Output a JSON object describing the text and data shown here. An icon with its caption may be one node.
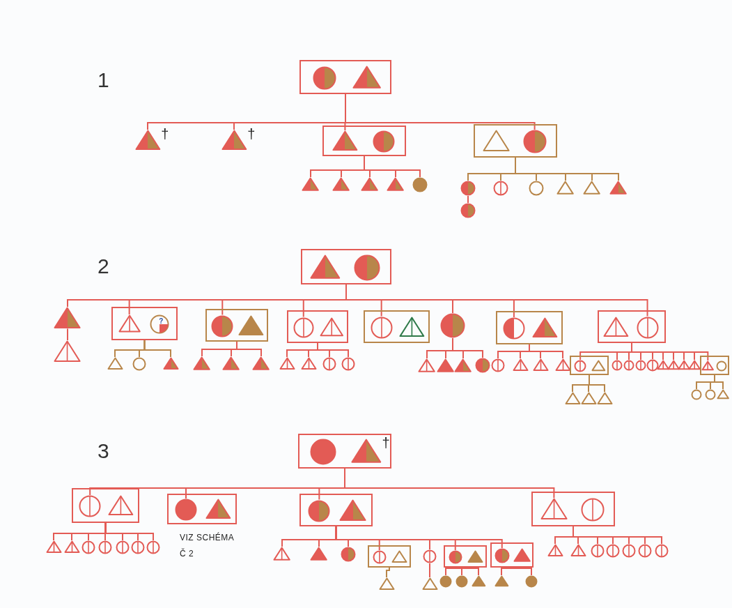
{
  "diagram": {
    "nodes": [
      {
        "text": [],
        "shape": "box"
      },
      {
        "text": [],
        "shape": "circle",
        "in": 0
      },
      {
        "text": [],
        "shape": "triangle",
        "in": 0
      },
      {
        "text": [],
        "shape": "triangle",
        "beside": [
          "†"
        ]
      },
      {
        "text": [],
        "shape": "triangle",
        "beside": [
          "†"
        ]
      },
      {
        "text": [],
        "shape": "box"
      },
      {
        "text": [],
        "shape": "triangle",
        "in": 5
      },
      {
        "text": [],
        "shape": "circle",
        "in": 5
      },
      {
        "text": [],
        "shape": "box"
      },
      {
        "text": [],
        "shape": "triangle",
        "in": 8
      },
      {
        "text": [],
        "shape": "circle",
        "in": 8
      },
      {
        "text": [],
        "shape": "triangle"
      },
      {
        "text": [],
        "shape": "triangle"
      },
      {
        "text": [],
        "shape": "triangle"
      },
      {
        "text": [],
        "shape": "triangle"
      },
      {
        "text": [],
        "shape": "circle"
      },
      {
        "text": [],
        "shape": "circle"
      },
      {
        "text": [],
        "shape": "circle"
      },
      {
        "text": [],
        "shape": "circle"
      },
      {
        "text": [],
        "shape": "triangle"
      },
      {
        "text": [],
        "shape": "triangle"
      },
      {
        "text": [],
        "shape": "triangle"
      },
      {
        "text": [],
        "shape": "circle"
      },
      {
        "text": [],
        "shape": "box"
      },
      {
        "text": [],
        "shape": "triangle",
        "in": 23
      },
      {
        "text": [],
        "shape": "circle",
        "in": 23
      },
      {
        "text": [],
        "shape": "triangle"
      },
      {
        "text": [],
        "shape": "triangle"
      },
      {
        "text": [],
        "shape": "box"
      },
      {
        "text": [],
        "shape": "triangle",
        "in": 28
      },
      {
        "text": [
          "?"
        ],
        "in": 28
      },
      {
        "text": [],
        "shape": "triangle"
      },
      {
        "text": [],
        "shape": "circle"
      },
      {
        "text": [],
        "shape": "triangle"
      },
      {
        "text": [],
        "shape": "box"
      },
      {
        "text": [],
        "shape": "circle",
        "in": 34
      },
      {
        "text": [],
        "shape": "triangle",
        "in": 34
      },
      {
        "text": [],
        "shape": "triangle"
      },
      {
        "text": [],
        "shape": "triangle"
      },
      {
        "text": [],
        "shape": "triangle"
      },
      {
        "text": [],
        "shape": "box"
      },
      {
        "text": [],
        "shape": "circle",
        "in": 40
      },
      {
        "text": [],
        "shape": "triangle",
        "in": 40
      },
      {
        "text": [],
        "shape": "triangle"
      },
      {
        "text": [],
        "shape": "triangle"
      },
      {
        "text": [],
        "shape": "circle"
      },
      {
        "text": [],
        "shape": "circle"
      },
      {
        "text": [],
        "shape": "box"
      },
      {
        "text": [],
        "shape": "circle",
        "in": 47
      },
      {
        "text": [],
        "shape": "triangle",
        "in": 47
      },
      {
        "text": [],
        "shape": "circle"
      },
      {
        "text": [],
        "shape": "triangle"
      },
      {
        "text": [],
        "shape": "triangle"
      },
      {
        "text": [],
        "shape": "triangle"
      },
      {
        "text": [],
        "shape": "circle"
      },
      {
        "text": [],
        "shape": "box"
      },
      {
        "text": [],
        "shape": "circle",
        "in": 55
      },
      {
        "text": [],
        "shape": "triangle",
        "in": 55
      },
      {
        "text": [],
        "shape": "circle"
      },
      {
        "text": [],
        "shape": "triangle"
      },
      {
        "text": [],
        "shape": "triangle"
      },
      {
        "text": [],
        "shape": "triangle"
      },
      {
        "text": [],
        "shape": "box"
      },
      {
        "text": [],
        "shape": "triangle",
        "in": 62
      },
      {
        "text": [],
        "shape": "circle",
        "in": 62
      },
      {
        "text": [],
        "shape": "box"
      },
      {
        "text": [],
        "shape": "circle",
        "in": 65
      },
      {
        "text": [],
        "shape": "triangle",
        "in": 65
      },
      {
        "text": [],
        "shape": "circle"
      },
      {
        "text": [],
        "shape": "circle"
      },
      {
        "text": [],
        "shape": "circle"
      },
      {
        "text": [],
        "shape": "circle"
      },
      {
        "text": [],
        "shape": "triangle"
      },
      {
        "text": [],
        "shape": "triangle"
      },
      {
        "text": [],
        "shape": "triangle"
      },
      {
        "text": [],
        "shape": "triangle"
      },
      {
        "text": [],
        "shape": "box"
      },
      {
        "text": [],
        "shape": "triangle",
        "in": 76
      },
      {
        "text": [],
        "shape": "circle",
        "in": 76
      },
      {
        "text": [],
        "shape": "triangle"
      },
      {
        "text": [],
        "shape": "triangle"
      },
      {
        "text": [],
        "shape": "triangle"
      },
      {
        "text": [],
        "shape": "circle"
      },
      {
        "text": [],
        "shape": "circle"
      },
      {
        "text": [],
        "shape": "triangle"
      },
      {
        "text": [],
        "shape": "box"
      },
      {
        "text": [],
        "shape": "circle",
        "in": 85
      },
      {
        "text": [],
        "shape": "triangle",
        "in": 85,
        "beside": [
          "†"
        ]
      },
      {
        "text": [],
        "shape": "box"
      },
      {
        "text": [],
        "shape": "circle",
        "in": 88
      },
      {
        "text": [],
        "shape": "triangle",
        "in": 88
      },
      {
        "text": [],
        "shape": "triangle"
      },
      {
        "text": [],
        "shape": "triangle"
      },
      {
        "text": [],
        "shape": "circle"
      },
      {
        "text": [],
        "shape": "circle"
      },
      {
        "text": [],
        "shape": "circle"
      },
      {
        "text": [],
        "shape": "circle"
      },
      {
        "text": [],
        "shape": "circle"
      },
      {
        "text": [],
        "shape": "box",
        "beside": [
          "VIZ SCHÉMA Č 2"
        ]
      },
      {
        "text": [],
        "shape": "circle",
        "in": 98
      },
      {
        "text": [],
        "shape": "triangle",
        "in": 98
      },
      {
        "text": [],
        "shape": "box"
      },
      {
        "text": [],
        "shape": "circle",
        "in": 101
      },
      {
        "text": [],
        "shape": "triangle",
        "in": 101
      },
      {
        "text": [],
        "shape": "triangle"
      },
      {
        "text": [],
        "shape": "triangle"
      },
      {
        "text": [],
        "shape": "circle"
      },
      {
        "text": [],
        "shape": "box"
      },
      {
        "text": [],
        "shape": "circle",
        "in": 107
      },
      {
        "text": [],
        "shape": "triangle",
        "in": 107
      },
      {
        "text": [],
        "shape": "circle"
      },
      {
        "text": [],
        "shape": "box"
      },
      {
        "text": [],
        "shape": "circle",
        "in": 111
      },
      {
        "text": [],
        "shape": "triangle",
        "in": 111
      },
      {
        "text": [],
        "shape": "box"
      },
      {
        "text": [],
        "shape": "circle",
        "in": 114
      },
      {
        "text": [],
        "shape": "triangle",
        "in": 114
      },
      {
        "text": [],
        "shape": "triangle"
      },
      {
        "text": [],
        "shape": "triangle"
      },
      {
        "text": [],
        "shape": "circle"
      },
      {
        "text": [],
        "shape": "circle"
      },
      {
        "text": [],
        "shape": "triangle"
      },
      {
        "text": [],
        "shape": "triangle"
      },
      {
        "text": [],
        "shape": "circle"
      },
      {
        "text": [],
        "shape": "box"
      },
      {
        "text": [],
        "shape": "triangle",
        "in": 124
      },
      {
        "text": [],
        "shape": "circle",
        "in": 124
      },
      {
        "text": [],
        "shape": "triangle"
      },
      {
        "text": [],
        "shape": "triangle"
      },
      {
        "text": [],
        "shape": "circle"
      },
      {
        "text": [],
        "shape": "circle"
      },
      {
        "text": [],
        "shape": "circle"
      },
      {
        "text": [],
        "shape": "circle"
      },
      {
        "text": [],
        "shape": "circle"
      }
    ],
    "edges": [
      {
        "from": 0,
        "to": 3,
        "arrow": "none"
      },
      {
        "from": 0,
        "to": 4,
        "arrow": "none"
      },
      {
        "from": 0,
        "to": 6,
        "arrow": "none"
      },
      {
        "from": 0,
        "to": 10,
        "arrow": "none"
      },
      {
        "from": 5,
        "to": 11,
        "arrow": "none"
      },
      {
        "from": 5,
        "to": 12,
        "arrow": "none"
      },
      {
        "from": 5,
        "to": 13,
        "arrow": "none"
      },
      {
        "from": 5,
        "to": 14,
        "arrow": "none"
      },
      {
        "from": 5,
        "to": 15,
        "arrow": "none"
      },
      {
        "from": 8,
        "to": 16,
        "arrow": "none",
        "color": "#b8864a"
      },
      {
        "from": 8,
        "to": 17,
        "arrow": "none",
        "color": "#b8864a"
      },
      {
        "from": 8,
        "to": 18,
        "arrow": "none",
        "color": "#b8864a"
      },
      {
        "from": 8,
        "to": 19,
        "arrow": "none",
        "color": "#b8864a"
      },
      {
        "from": 8,
        "to": 20,
        "arrow": "none",
        "color": "#b8864a"
      },
      {
        "from": 8,
        "to": 21,
        "arrow": "none",
        "color": "#b8864a"
      },
      {
        "from": 16,
        "to": 22,
        "arrow": "none"
      },
      {
        "from": 23,
        "to": 26,
        "arrow": "none"
      },
      {
        "from": 23,
        "to": 29,
        "arrow": "none"
      },
      {
        "from": 23,
        "to": 35,
        "arrow": "none"
      },
      {
        "from": 23,
        "to": 41,
        "arrow": "none"
      },
      {
        "from": 23,
        "to": 48,
        "arrow": "none"
      },
      {
        "from": 23,
        "to": 50,
        "arrow": "none"
      },
      {
        "from": 23,
        "to": 56,
        "arrow": "none"
      },
      {
        "from": 23,
        "to": 64,
        "arrow": "none"
      },
      {
        "from": 26,
        "to": 27,
        "arrow": "none"
      },
      {
        "from": 28,
        "to": 31,
        "arrow": "none",
        "color": "#b8864a"
      },
      {
        "from": 28,
        "to": 32,
        "arrow": "none",
        "color": "#b8864a"
      },
      {
        "from": 28,
        "to": 33,
        "arrow": "none",
        "color": "#b8864a"
      },
      {
        "from": 34,
        "to": 37,
        "arrow": "none"
      },
      {
        "from": 34,
        "to": 38,
        "arrow": "none"
      },
      {
        "from": 34,
        "to": 39,
        "arrow": "none"
      },
      {
        "from": 40,
        "to": 43,
        "arrow": "none"
      },
      {
        "from": 40,
        "to": 44,
        "arrow": "none"
      },
      {
        "from": 40,
        "to": 45,
        "arrow": "none"
      },
      {
        "from": 40,
        "to": 46,
        "arrow": "none"
      },
      {
        "from": 50,
        "to": 51,
        "arrow": "none"
      },
      {
        "from": 50,
        "to": 52,
        "arrow": "none"
      },
      {
        "from": 50,
        "to": 53,
        "arrow": "none"
      },
      {
        "from": 50,
        "to": 54,
        "arrow": "none"
      },
      {
        "from": 55,
        "to": 58,
        "arrow": "none"
      },
      {
        "from": 55,
        "to": 59,
        "arrow": "none"
      },
      {
        "from": 55,
        "to": 60,
        "arrow": "none"
      },
      {
        "from": 55,
        "to": 61,
        "arrow": "none"
      },
      {
        "from": 62,
        "to": 66,
        "arrow": "none"
      },
      {
        "from": 62,
        "to": 68,
        "arrow": "none"
      },
      {
        "from": 62,
        "to": 69,
        "arrow": "none"
      },
      {
        "from": 62,
        "to": 70,
        "arrow": "none"
      },
      {
        "from": 62,
        "to": 71,
        "arrow": "none"
      },
      {
        "from": 62,
        "to": 72,
        "arrow": "none"
      },
      {
        "from": 62,
        "to": 73,
        "arrow": "none"
      },
      {
        "from": 62,
        "to": 74,
        "arrow": "none"
      },
      {
        "from": 62,
        "to": 75,
        "arrow": "none"
      },
      {
        "from": 62,
        "to": 77,
        "arrow": "none"
      },
      {
        "from": 65,
        "to": 79,
        "arrow": "none",
        "color": "#b8864a"
      },
      {
        "from": 65,
        "to": 80,
        "arrow": "none",
        "color": "#b8864a"
      },
      {
        "from": 65,
        "to": 81,
        "arrow": "none",
        "color": "#b8864a"
      },
      {
        "from": 76,
        "to": 82,
        "arrow": "none",
        "color": "#b8864a"
      },
      {
        "from": 76,
        "to": 83,
        "arrow": "none",
        "color": "#b8864a"
      },
      {
        "from": 76,
        "to": 84,
        "arrow": "none",
        "color": "#b8864a"
      },
      {
        "from": 85,
        "to": 89,
        "arrow": "none"
      },
      {
        "from": 85,
        "to": 99,
        "arrow": "none"
      },
      {
        "from": 85,
        "to": 102,
        "arrow": "none"
      },
      {
        "from": 85,
        "to": 125,
        "arrow": "none"
      },
      {
        "from": 88,
        "to": 91,
        "arrow": "none"
      },
      {
        "from": 88,
        "to": 92,
        "arrow": "none"
      },
      {
        "from": 88,
        "to": 93,
        "arrow": "none"
      },
      {
        "from": 88,
        "to": 94,
        "arrow": "none"
      },
      {
        "from": 88,
        "to": 95,
        "arrow": "none"
      },
      {
        "from": 88,
        "to": 96,
        "arrow": "none"
      },
      {
        "from": 88,
        "to": 97,
        "arrow": "none"
      },
      {
        "from": 101,
        "to": 104,
        "arrow": "none"
      },
      {
        "from": 101,
        "to": 105,
        "arrow": "none"
      },
      {
        "from": 101,
        "to": 106,
        "arrow": "none"
      },
      {
        "from": 101,
        "to": 108,
        "arrow": "none"
      },
      {
        "from": 101,
        "to": 110,
        "arrow": "none"
      },
      {
        "from": 101,
        "to": 112,
        "arrow": "none"
      },
      {
        "from": 101,
        "to": 115,
        "arrow": "none"
      },
      {
        "from": 107,
        "to": 117,
        "arrow": "none",
        "color": "#b8864a"
      },
      {
        "from": 110,
        "to": 118,
        "arrow": "none"
      },
      {
        "from": 111,
        "to": 119,
        "arrow": "none"
      },
      {
        "from": 111,
        "to": 120,
        "arrow": "none"
      },
      {
        "from": 111,
        "to": 121,
        "arrow": "none"
      },
      {
        "from": 114,
        "to": 122,
        "arrow": "none"
      },
      {
        "from": 114,
        "to": 123,
        "arrow": "none"
      },
      {
        "from": 124,
        "to": 127,
        "arrow": "none"
      },
      {
        "from": 124,
        "to": 128,
        "arrow": "none"
      },
      {
        "from": 124,
        "to": 129,
        "arrow": "none"
      },
      {
        "from": 124,
        "to": 130,
        "arrow": "none"
      },
      {
        "from": 124,
        "to": 131,
        "arrow": "none"
      },
      {
        "from": 124,
        "to": 132,
        "arrow": "none"
      },
      {
        "from": 124,
        "to": 133,
        "arrow": "none"
      }
    ],
    "labels": [
      "1",
      "2",
      "3"
    ]
  }
}
